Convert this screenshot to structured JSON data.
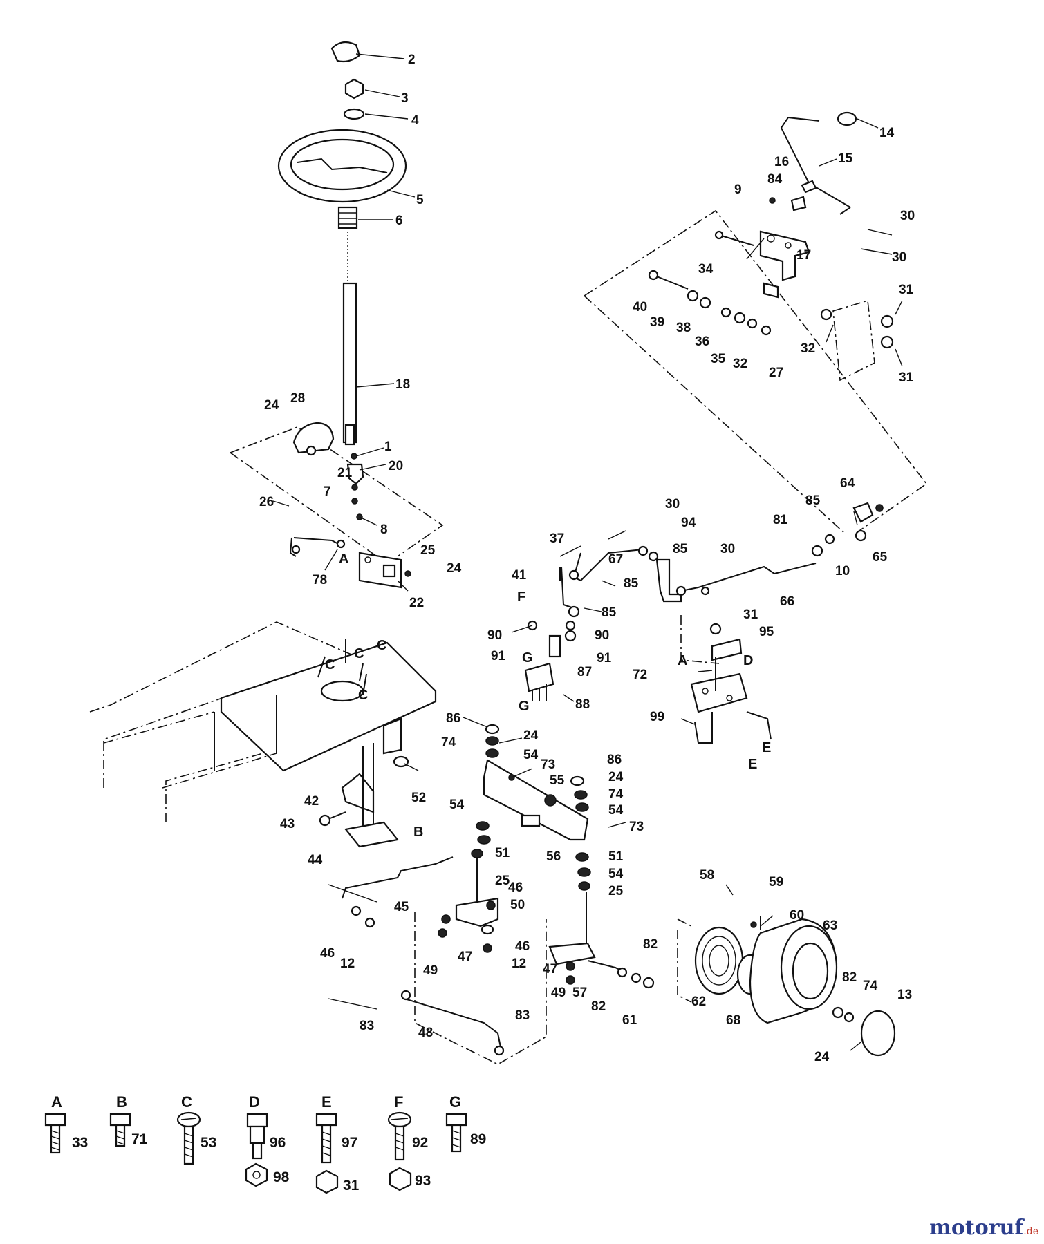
{
  "callouts": [
    {
      "id": "c2",
      "text": "2"
    },
    {
      "id": "c3",
      "text": "3"
    },
    {
      "id": "c4",
      "text": "4"
    },
    {
      "id": "c5",
      "text": "5"
    },
    {
      "id": "c6",
      "text": "6"
    },
    {
      "id": "c18",
      "text": "18"
    },
    {
      "id": "c28",
      "text": "28"
    },
    {
      "id": "c24a",
      "text": "24"
    },
    {
      "id": "c1",
      "text": "1"
    },
    {
      "id": "c20",
      "text": "20"
    },
    {
      "id": "c21",
      "text": "21"
    },
    {
      "id": "c7",
      "text": "7"
    },
    {
      "id": "c8",
      "text": "8"
    },
    {
      "id": "c26",
      "text": "26"
    },
    {
      "id": "c78",
      "text": "78"
    },
    {
      "id": "c25a",
      "text": "25"
    },
    {
      "id": "c24b",
      "text": "24"
    },
    {
      "id": "c22",
      "text": "22"
    },
    {
      "id": "c14",
      "text": "14"
    },
    {
      "id": "c15",
      "text": "15"
    },
    {
      "id": "c16",
      "text": "16"
    },
    {
      "id": "c84",
      "text": "84"
    },
    {
      "id": "c9",
      "text": "9"
    },
    {
      "id": "c30a",
      "text": "30"
    },
    {
      "id": "c30b",
      "text": "30"
    },
    {
      "id": "c17",
      "text": "17"
    },
    {
      "id": "c34",
      "text": "34"
    },
    {
      "id": "c40",
      "text": "40"
    },
    {
      "id": "c39",
      "text": "39"
    },
    {
      "id": "c38",
      "text": "38"
    },
    {
      "id": "c36",
      "text": "36"
    },
    {
      "id": "c35",
      "text": "35"
    },
    {
      "id": "c32a",
      "text": "32"
    },
    {
      "id": "c27",
      "text": "27"
    },
    {
      "id": "c32b",
      "text": "32"
    },
    {
      "id": "c31a",
      "text": "31"
    },
    {
      "id": "c31b",
      "text": "31"
    },
    {
      "id": "c64",
      "text": "64"
    },
    {
      "id": "c85a",
      "text": "85"
    },
    {
      "id": "c81",
      "text": "81"
    },
    {
      "id": "c10",
      "text": "10"
    },
    {
      "id": "c65",
      "text": "65"
    },
    {
      "id": "c30c",
      "text": "30"
    },
    {
      "id": "c94",
      "text": "94"
    },
    {
      "id": "c37",
      "text": "37"
    },
    {
      "id": "c67",
      "text": "67"
    },
    {
      "id": "c85b",
      "text": "85"
    },
    {
      "id": "c85c",
      "text": "85"
    },
    {
      "id": "c30d",
      "text": "30"
    },
    {
      "id": "c66",
      "text": "66"
    },
    {
      "id": "c41",
      "text": "41"
    },
    {
      "id": "c85d",
      "text": "85"
    },
    {
      "id": "c90a",
      "text": "90"
    },
    {
      "id": "c90b",
      "text": "90"
    },
    {
      "id": "c91a",
      "text": "91"
    },
    {
      "id": "c91b",
      "text": "91"
    },
    {
      "id": "c87",
      "text": "87"
    },
    {
      "id": "c88",
      "text": "88"
    },
    {
      "id": "c31c",
      "text": "31"
    },
    {
      "id": "c95",
      "text": "95"
    },
    {
      "id": "c72",
      "text": "72"
    },
    {
      "id": "c99",
      "text": "99"
    },
    {
      "id": "c86a",
      "text": "86"
    },
    {
      "id": "c24c",
      "text": "24"
    },
    {
      "id": "c74a",
      "text": "74"
    },
    {
      "id": "c54a",
      "text": "54"
    },
    {
      "id": "c73a",
      "text": "73"
    },
    {
      "id": "c86b",
      "text": "86"
    },
    {
      "id": "c24d",
      "text": "24"
    },
    {
      "id": "c55",
      "text": "55"
    },
    {
      "id": "c74b",
      "text": "74"
    },
    {
      "id": "c54b",
      "text": "54"
    },
    {
      "id": "c73b",
      "text": "73"
    },
    {
      "id": "c54c",
      "text": "54"
    },
    {
      "id": "c51a",
      "text": "51"
    },
    {
      "id": "c56",
      "text": "56"
    },
    {
      "id": "c51b",
      "text": "51"
    },
    {
      "id": "c54d",
      "text": "54"
    },
    {
      "id": "c25b",
      "text": "25"
    },
    {
      "id": "c25c",
      "text": "25"
    },
    {
      "id": "c52",
      "text": "52"
    },
    {
      "id": "c42",
      "text": "42"
    },
    {
      "id": "c43",
      "text": "43"
    },
    {
      "id": "c44",
      "text": "44"
    },
    {
      "id": "c45",
      "text": "45"
    },
    {
      "id": "c46a",
      "text": "46"
    },
    {
      "id": "c50",
      "text": "50"
    },
    {
      "id": "c46b",
      "text": "46"
    },
    {
      "id": "c12a",
      "text": "12"
    },
    {
      "id": "c46c",
      "text": "46"
    },
    {
      "id": "c12b",
      "text": "12"
    },
    {
      "id": "c49a",
      "text": "49"
    },
    {
      "id": "c47a",
      "text": "47"
    },
    {
      "id": "c47b",
      "text": "47"
    },
    {
      "id": "c49b",
      "text": "49"
    },
    {
      "id": "c57",
      "text": "57"
    },
    {
      "id": "c82a",
      "text": "82"
    },
    {
      "id": "c82b",
      "text": "82"
    },
    {
      "id": "c61",
      "text": "61"
    },
    {
      "id": "c83a",
      "text": "83"
    },
    {
      "id": "c48",
      "text": "48"
    },
    {
      "id": "c83b",
      "text": "83"
    },
    {
      "id": "c58",
      "text": "58"
    },
    {
      "id": "c59",
      "text": "59"
    },
    {
      "id": "c60",
      "text": "60"
    },
    {
      "id": "c63",
      "text": "63"
    },
    {
      "id": "c62",
      "text": "62"
    },
    {
      "id": "c68",
      "text": "68"
    },
    {
      "id": "c82c",
      "text": "82"
    },
    {
      "id": "c74c",
      "text": "74"
    },
    {
      "id": "c13",
      "text": "13"
    },
    {
      "id": "c24e",
      "text": "24"
    }
  ],
  "ref_letters": [
    {
      "id": "rA1",
      "text": "A"
    },
    {
      "id": "rA2",
      "text": "A"
    },
    {
      "id": "rB1",
      "text": "B"
    },
    {
      "id": "rC1",
      "text": "C"
    },
    {
      "id": "rC2",
      "text": "C"
    },
    {
      "id": "rC3",
      "text": "C"
    },
    {
      "id": "rC4",
      "text": "C"
    },
    {
      "id": "rD1",
      "text": "D"
    },
    {
      "id": "rE1",
      "text": "E"
    },
    {
      "id": "rE2",
      "text": "E"
    },
    {
      "id": "rF1",
      "text": "F"
    },
    {
      "id": "rG1",
      "text": "G"
    },
    {
      "id": "rG2",
      "text": "G"
    }
  ],
  "legend": [
    {
      "letter": "A",
      "parts": [
        "33"
      ]
    },
    {
      "letter": "B",
      "parts": [
        "71"
      ]
    },
    {
      "letter": "C",
      "parts": [
        "53"
      ]
    },
    {
      "letter": "D",
      "parts": [
        "96",
        "98"
      ]
    },
    {
      "letter": "E",
      "parts": [
        "97",
        "31"
      ]
    },
    {
      "letter": "F",
      "parts": [
        "92",
        "93"
      ]
    },
    {
      "letter": "G",
      "parts": [
        "89"
      ]
    }
  ],
  "watermark": {
    "brand": "motoruf",
    "tld": ".de"
  }
}
